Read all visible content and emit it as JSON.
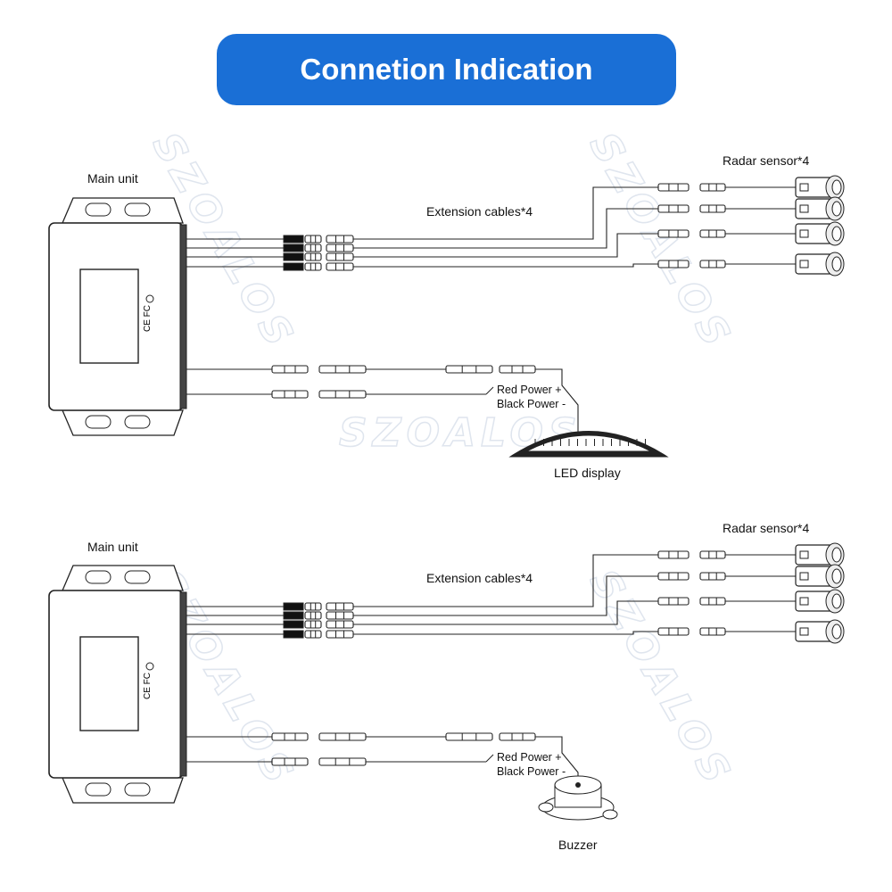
{
  "title": "Connetion Indication",
  "watermark": "SZOALOS",
  "colors": {
    "banner": "#1a6fd6",
    "line": "#222222"
  },
  "diagrams": [
    {
      "main_unit": "Main unit",
      "radar": "Radar sensor*4",
      "extension": "Extension cables*4",
      "power_red": "Red Power +",
      "power_black": "Black Power -",
      "output_device": "LED display"
    },
    {
      "main_unit": "Main unit",
      "radar": "Radar sensor*4",
      "extension": "Extension cables*4",
      "power_red": "Red Power +",
      "power_black": "Black Power -",
      "output_device": "Buzzer"
    }
  ]
}
